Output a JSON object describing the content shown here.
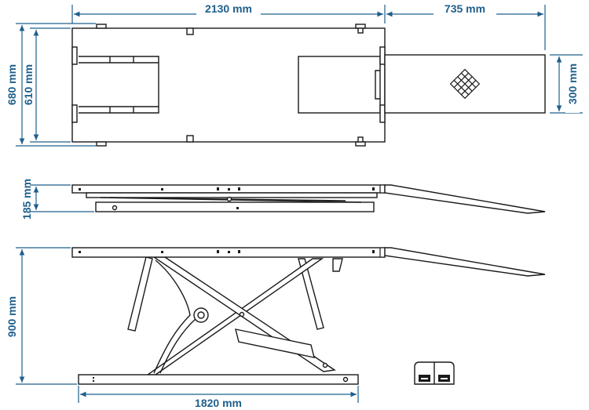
{
  "colors": {
    "dimension": "#1f5f8b",
    "outline": "#1a1a1a",
    "background": "#ffffff"
  },
  "dimensions": {
    "top_length": "2130 mm",
    "ramp_length": "735 mm",
    "top_width_outer": "680 mm",
    "top_width_inner": "610 mm",
    "ramp_width": "300 mm",
    "lowered_height": "185 mm",
    "raised_height": "900 mm",
    "base_length": "1820 mm"
  },
  "icons": {
    "ramp_grip": "crosshatch-grip-icon",
    "pedal": "foot-pedal-icon"
  }
}
